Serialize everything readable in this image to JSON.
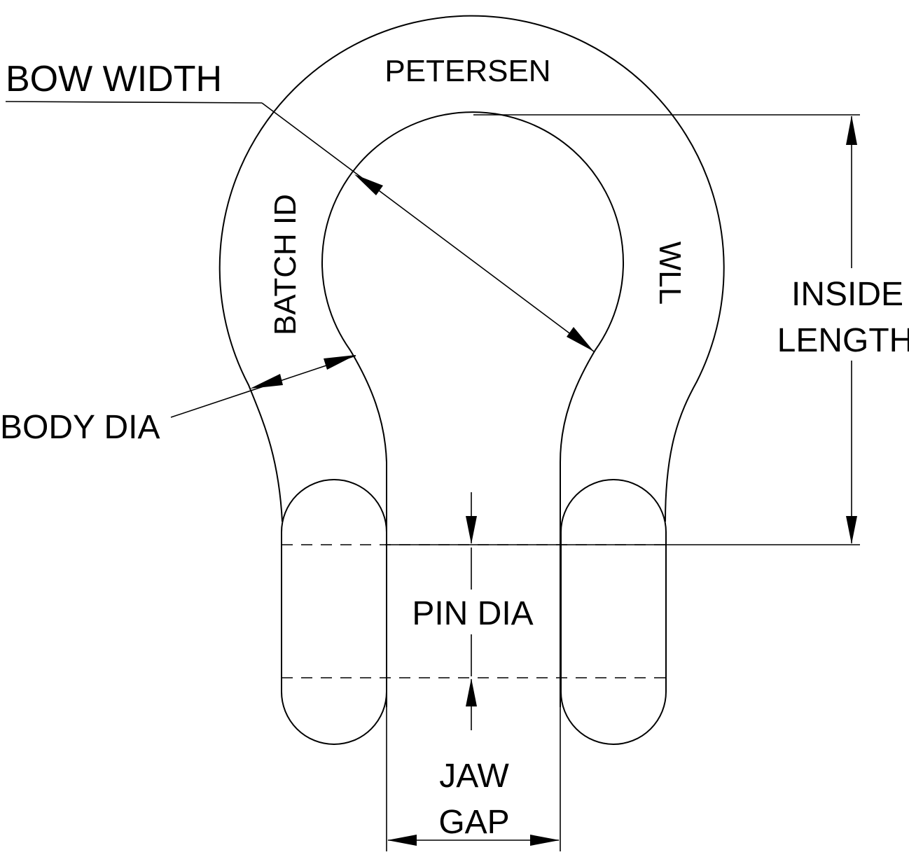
{
  "diagram": {
    "labels": {
      "bow_width": "BOW WIDTH",
      "petersen": "PETERSEN",
      "batch_id": "BATCH ID",
      "wll": "WLL",
      "inside_length_line1": "INSIDE",
      "inside_length_line2": "LENGTH",
      "body_dia": "BODY DIA",
      "pin_dia": "PIN DIA",
      "jaw_gap_line1": "JAW",
      "jaw_gap_line2": "GAP"
    },
    "colors": {
      "line": "#000000",
      "background": "#ffffff"
    }
  }
}
